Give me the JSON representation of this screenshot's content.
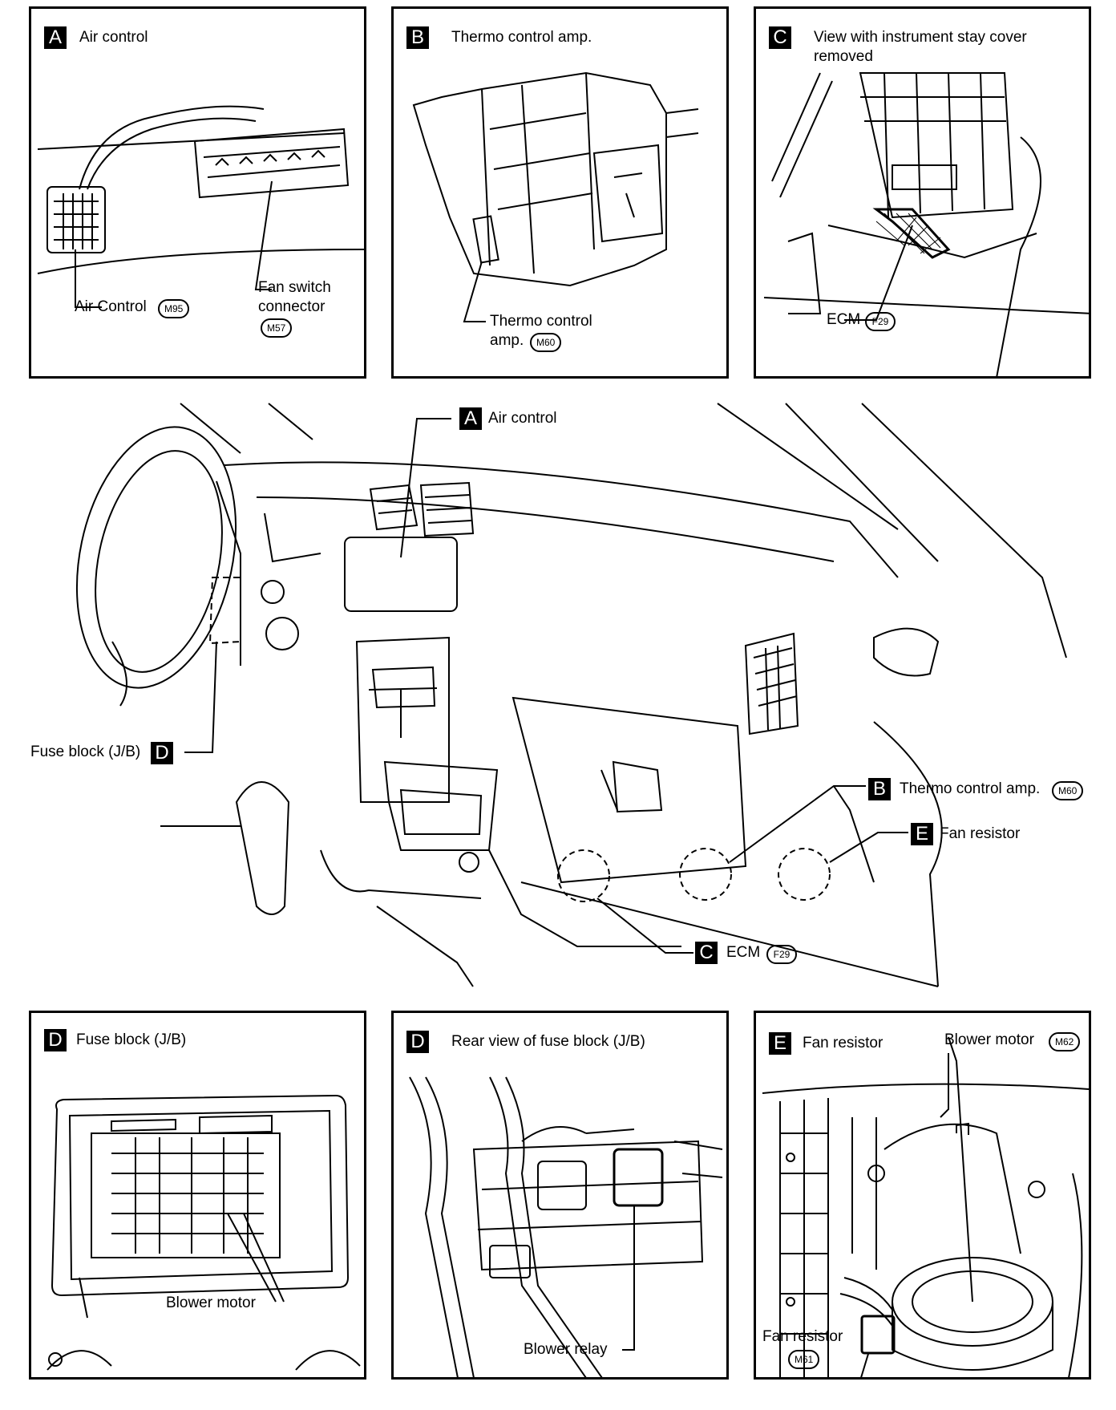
{
  "panels": {
    "A": {
      "letter": "A",
      "title": "Air control",
      "label_air_control": "Air Control",
      "conn_air_control": "M95",
      "label_fan_switch_1": "Fan switch",
      "label_fan_switch_2": "connector",
      "conn_fan_switch": "M57"
    },
    "B": {
      "letter": "B",
      "title": "Thermo control amp.",
      "label_1": "Thermo control",
      "label_2": "amp.",
      "conn": "M60"
    },
    "C": {
      "letter": "C",
      "title_1": "View with instrument stay cover",
      "title_2": "removed",
      "label": "ECM",
      "conn": "F29"
    },
    "D1": {
      "letter": "D",
      "title": "Fuse block (J/B)",
      "label": "Blower motor"
    },
    "D2": {
      "letter": "D",
      "title": "Rear view of fuse block (J/B)",
      "label": "Blower relay"
    },
    "E": {
      "letter": "E",
      "title": "Fan resistor",
      "label_blower": "Blower motor",
      "conn_blower": "M62",
      "label_resistor": "Fan resistor",
      "conn_resistor": "M61"
    }
  },
  "overview": {
    "air_control": {
      "letter": "A",
      "label": "Air control"
    },
    "fuse_block": {
      "letter": "D",
      "label": "Fuse block (J/B)"
    },
    "thermo": {
      "letter": "B",
      "label": "Thermo control amp.",
      "conn": "M60"
    },
    "fan_resistor": {
      "letter": "E",
      "label": "Fan resistor"
    },
    "ecm": {
      "letter": "C",
      "label": "ECM",
      "conn": "F29"
    }
  }
}
